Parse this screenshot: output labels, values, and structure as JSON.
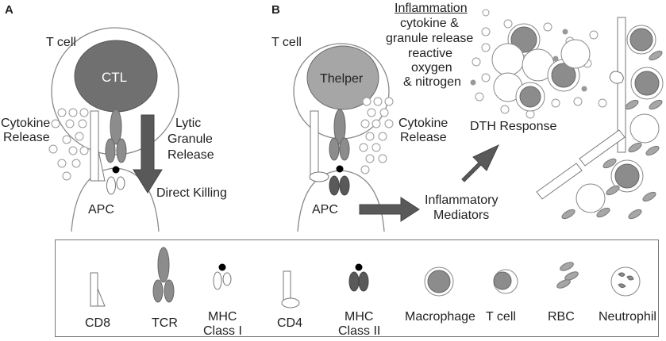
{
  "panels": {
    "a": {
      "letter": "A",
      "tcell_label": "T cell",
      "cell_name": "CTL",
      "cytokine_release": [
        "Cytokine",
        "Release"
      ],
      "lytic_release": [
        "Lytic",
        "Granule",
        "Release"
      ],
      "direct_killing": "Direct Killing",
      "apc_label": "APC"
    },
    "b": {
      "letter": "B",
      "tcell_label": "T cell",
      "cell_name": "Thelper",
      "cytokine_release": [
        "Cytokine",
        "Release"
      ],
      "apc_label": "APC",
      "inflammatory_mediators": [
        "Inflammatory",
        "Mediators"
      ],
      "dth_response": "DTH Response",
      "inflammation_title": "Inflammation",
      "inflammation_lines": [
        "cytokine &",
        "granule release",
        "reactive",
        "oxygen",
        "& nitrogen"
      ]
    }
  },
  "legend": {
    "cd8": "CD8",
    "tcr": "TCR",
    "mhc1": [
      "MHC",
      "Class I"
    ],
    "cd4": "CD4",
    "mhc2": [
      "MHC",
      "Class II"
    ],
    "macrophage": "Macrophage",
    "tcell": "T cell",
    "rbc": "RBC",
    "neutrophil": "Neutrophil"
  },
  "colors": {
    "dark_gray": "#595959",
    "mid_gray": "#8c8c8c",
    "light_gray": "#a6a6a6",
    "outline": "#777777"
  }
}
